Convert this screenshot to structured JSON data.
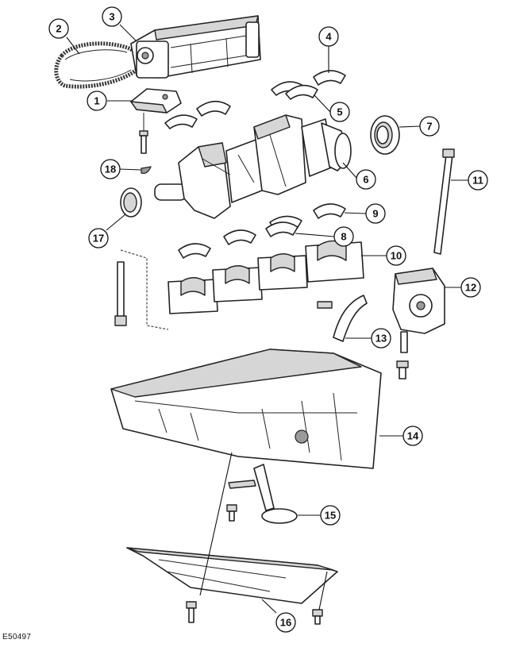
{
  "figure_id": "E50497",
  "callouts": [
    "1",
    "2",
    "3",
    "4",
    "5",
    "6",
    "7",
    "8",
    "9",
    "10",
    "11",
    "12",
    "13",
    "14",
    "15",
    "16",
    "17",
    "18"
  ]
}
